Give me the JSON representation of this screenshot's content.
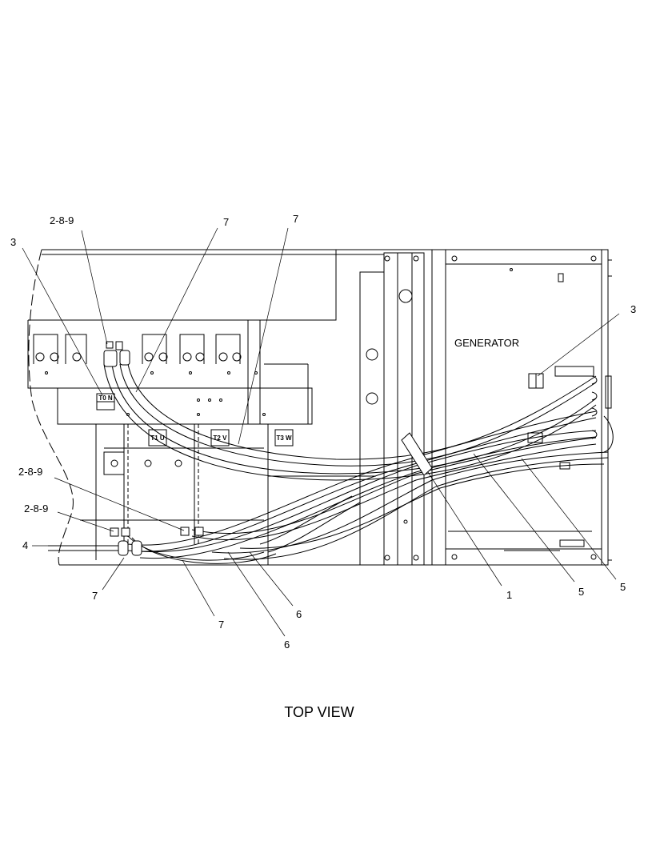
{
  "diagram": {
    "view_caption": "TOP VIEW",
    "component_label": "GENERATOR",
    "terminal_labels": [
      "T0 N",
      "T1 U",
      "T2 V",
      "T3 W"
    ],
    "callouts": [
      "2-8-9",
      "3",
      "7",
      "7",
      "3",
      "2-8-9",
      "2-8-9",
      "4",
      "7",
      "7",
      "6",
      "6",
      "1",
      "5",
      "5"
    ]
  }
}
